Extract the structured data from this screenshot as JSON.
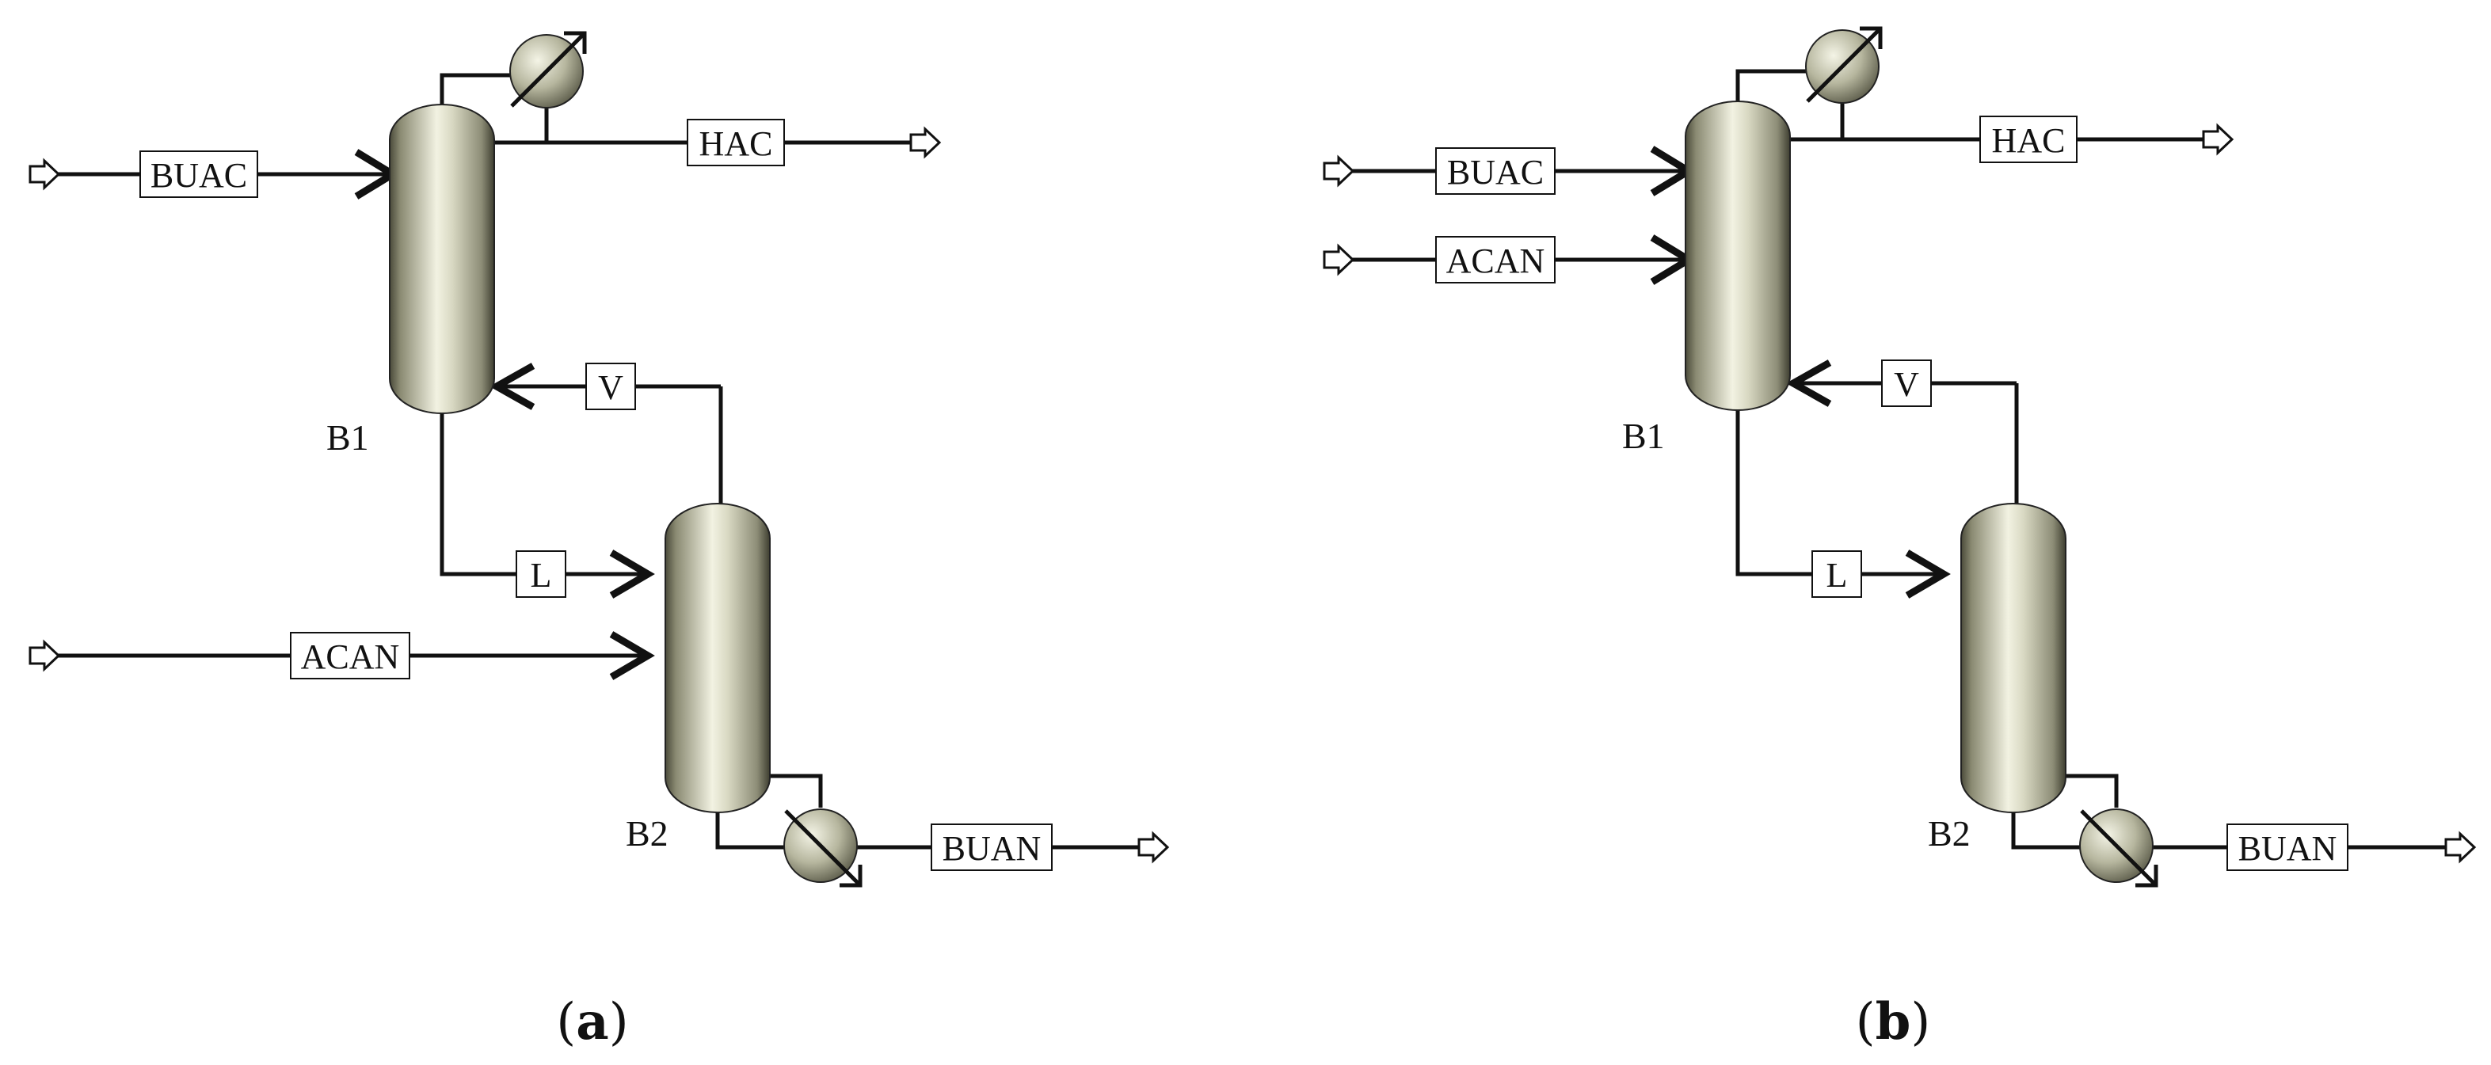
{
  "panels": [
    {
      "id": "a",
      "caption_open": "(",
      "caption_letter": "a",
      "caption_close": ")",
      "blocks": {
        "column_top": "B1",
        "column_bottom": "B2"
      },
      "streams": {
        "feed_top": "BUAC",
        "overhead": "HAC",
        "vapor": "V",
        "liquid": "L",
        "feed_bottom": "ACAN",
        "bottoms": "BUAN"
      }
    },
    {
      "id": "b",
      "caption_open": "(",
      "caption_letter": "b",
      "caption_close": ")",
      "blocks": {
        "column_top": "B1",
        "column_bottom": "B2"
      },
      "streams": {
        "feed_top": "BUAC",
        "feed_second": "ACAN",
        "overhead": "HAC",
        "vapor": "V",
        "liquid": "L",
        "bottoms": "BUAN"
      }
    }
  ]
}
